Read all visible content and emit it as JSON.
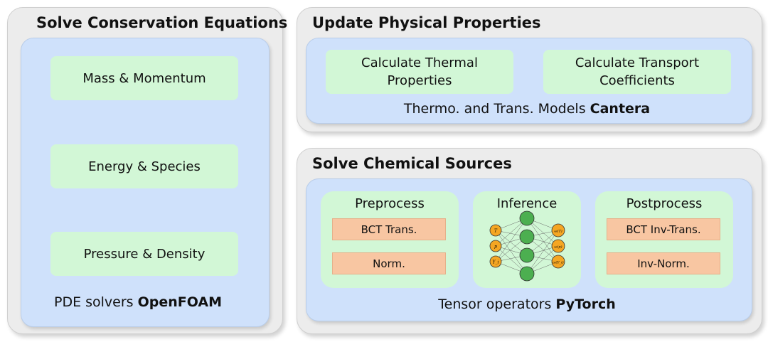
{
  "left": {
    "title": "Solve Conservation Equations",
    "items": [
      "Mass & Momentum",
      "Energy & Species",
      "Pressure & Density"
    ],
    "tool_prefix": "PDE solvers",
    "tool_name": "OpenFOAM"
  },
  "top_right": {
    "title": "Update Physical Properties",
    "items": [
      "Calculate Thermal Properties",
      "Calculate Transport Coefficients"
    ],
    "tool_prefix": "Thermo. and Trans. Models",
    "tool_name": "Cantera"
  },
  "bottom_right": {
    "title": "Solve Chemical Sources",
    "preprocess": {
      "title": "Preprocess",
      "steps": [
        "BCT Trans.",
        "Norm."
      ]
    },
    "inference": {
      "title": "Inference",
      "inputs": [
        "T",
        "p",
        "Y_i"
      ],
      "outputs": [
        "ω(T)",
        "ω(p)",
        "ω(Y_i)"
      ]
    },
    "postprocess": {
      "title": "Postprocess",
      "steps": [
        "BCT Inv-Trans.",
        "Inv-Norm."
      ]
    },
    "tool_prefix": "Tensor operators",
    "tool_name": "PyTorch"
  },
  "colors": {
    "panel_bg": "#ececec",
    "inner_bg": "#cfe1fb",
    "green_box": "#d2f7d6",
    "orange_box": "#f8c6a2",
    "nn_hidden": "#4caf50",
    "nn_io": "#f5a623"
  }
}
